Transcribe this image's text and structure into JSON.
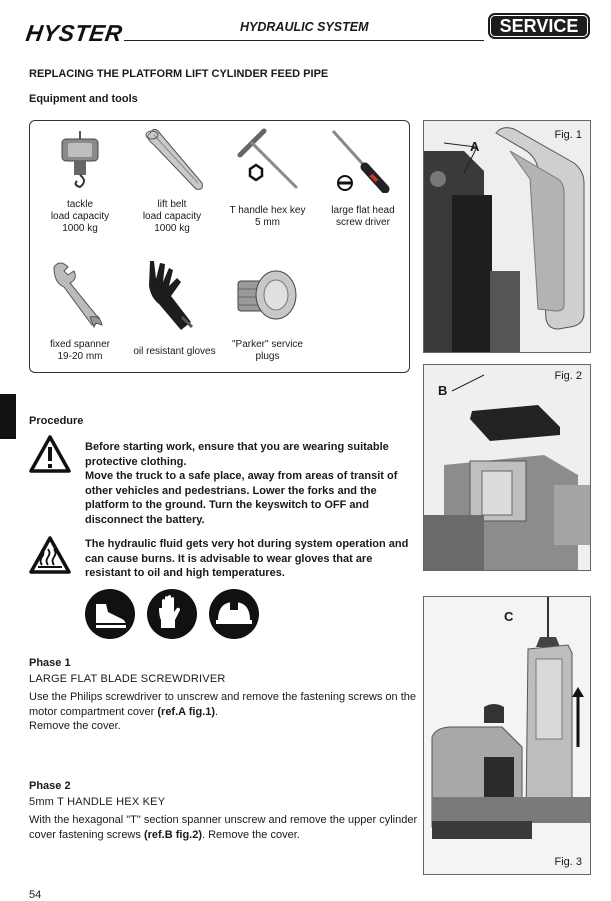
{
  "header": {
    "brand": "HYSTER",
    "section": "HYDRAULIC SYSTEM",
    "badge": "SERVICE"
  },
  "title": "REPLACING THE PLATFORM LIFT CYLINDER FEED PIPE",
  "equipment_heading": "Equipment and tools",
  "tools": [
    {
      "icon": "tackle-icon",
      "lines": [
        "tackle",
        "load capacity",
        "1000 kg"
      ]
    },
    {
      "icon": "lift-belt-icon",
      "lines": [
        "lift belt",
        "load capacity",
        "1000 kg"
      ]
    },
    {
      "icon": "t-handle-hex-key-icon",
      "lines": [
        "T handle hex key",
        "5 mm"
      ]
    },
    {
      "icon": "screwdriver-icon",
      "lines": [
        "large flat head",
        "screw driver"
      ]
    },
    {
      "icon": "spanner-icon",
      "lines": [
        "fixed spanner",
        "19-20 mm"
      ]
    },
    {
      "icon": "gloves-icon",
      "lines": [
        "oil resistant gloves"
      ]
    },
    {
      "icon": "service-plug-icon",
      "lines": [
        "\"Parker\" service",
        "plugs"
      ]
    }
  ],
  "procedure_heading": "Procedure",
  "warnings": [
    {
      "icon": "warning-triangle-icon",
      "text": "Before starting work, ensure that you are wearing suitable protective clothing.\nMove the truck to a safe place, away from areas of transit of other vehicles and pedestrians. Lower the forks and the platform to the ground. Turn the keyswitch to OFF and disconnect the battery."
    },
    {
      "icon": "hot-surface-warning-icon",
      "text": "The hydraulic fluid gets very hot during system operation and can cause burns. It is advisable to wear gloves that are resistant to oil and high temperatures."
    }
  ],
  "ppe_icons": [
    "safety-shoes-icon",
    "gloves-mandatory-icon",
    "helmet-icon"
  ],
  "phases": [
    {
      "heading": "Phase 1",
      "tool": "LARGE FLAT BLADE SCREWDRIVER",
      "body_pre": "Use the Philips screwdriver to unscrew and remove the fastening screws on the motor compartment cover ",
      "body_ref": "(ref.A fig.1)",
      "body_post": ".\nRemove the cover."
    },
    {
      "heading": "Phase 2",
      "tool": "5mm T HANDLE HEX KEY",
      "body_pre": "With the hexagonal \"T\" section spanner unscrew and remove the upper cylinder cover fastening screws ",
      "body_ref": "(ref.B fig.2)",
      "body_post": ". Remove the cover."
    }
  ],
  "figures": [
    {
      "label": "Fig. 1",
      "callout": "A"
    },
    {
      "label": "Fig. 2",
      "callout": "B"
    },
    {
      "label": "Fig. 3",
      "callout": "C"
    }
  ],
  "page_number": "54"
}
